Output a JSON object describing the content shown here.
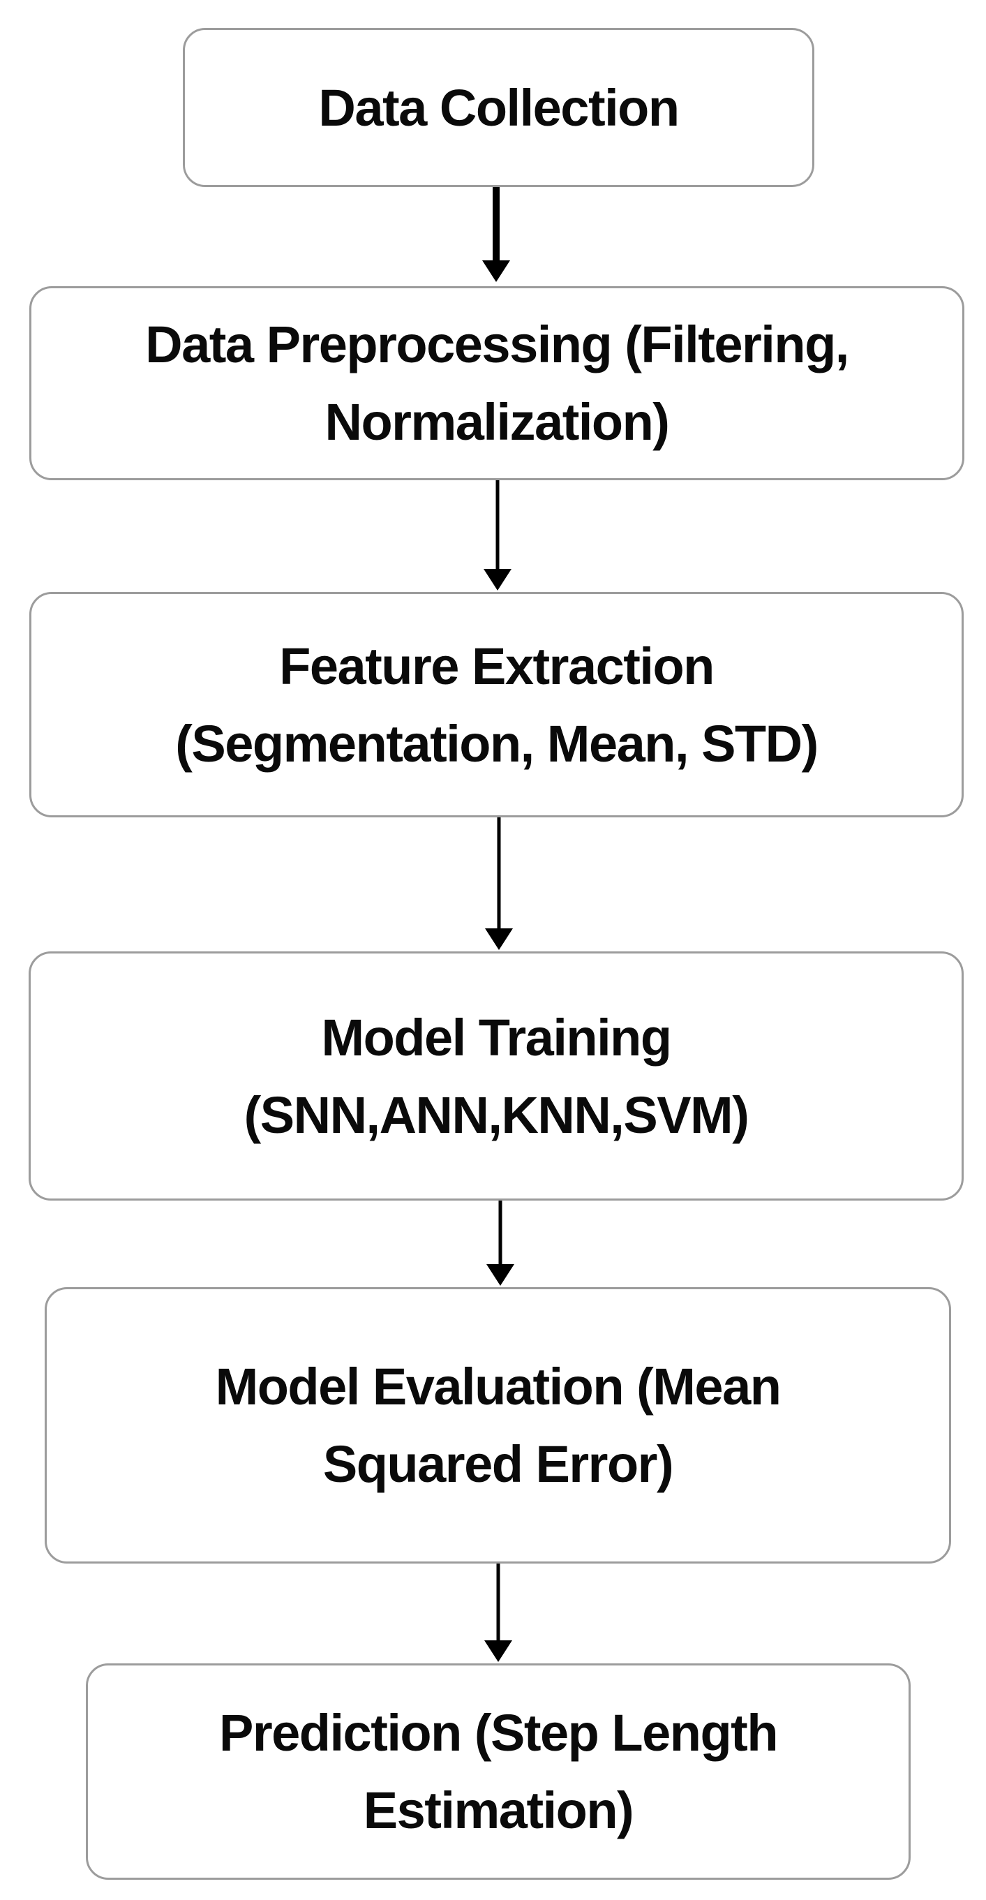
{
  "diagram": {
    "type": "flowchart",
    "direction": "top-down",
    "colors": {
      "background": "#ffffff",
      "box_fill": "#ffffff",
      "box_border": "#9c9c9c",
      "text": "#0a0a0a",
      "arrow": "#000000"
    },
    "nodes": [
      {
        "id": "data-collection",
        "label": "Data Collection",
        "lines": [
          "Data Collection"
        ]
      },
      {
        "id": "data-preprocessing",
        "label": "Data Preprocessing (Filtering, Normalization)",
        "lines": [
          "Data Preprocessing (Filtering,",
          "Normalization)"
        ]
      },
      {
        "id": "feature-extraction",
        "label": "Feature Extraction (Segmentation, Mean, STD)",
        "lines": [
          "Feature Extraction",
          "(Segmentation, Mean, STD)"
        ]
      },
      {
        "id": "model-training",
        "label": "Model Training (SNN,ANN,KNN,SVM)",
        "lines": [
          "Model Training",
          "(SNN,ANN,KNN,SVM)"
        ]
      },
      {
        "id": "model-evaluation",
        "label": "Model Evaluation (Mean Squared Error)",
        "lines": [
          "Model Evaluation (Mean",
          "Squared Error)"
        ]
      },
      {
        "id": "prediction",
        "label": "Prediction (Step Length Estimation)",
        "lines": [
          "Prediction (Step Length",
          "Estimation)"
        ]
      }
    ],
    "arrows": [
      {
        "from": "data-collection",
        "to": "data-preprocessing"
      },
      {
        "from": "data-preprocessing",
        "to": "feature-extraction"
      },
      {
        "from": "feature-extraction",
        "to": "model-training"
      },
      {
        "from": "model-training",
        "to": "model-evaluation"
      },
      {
        "from": "model-evaluation",
        "to": "prediction"
      }
    ]
  }
}
